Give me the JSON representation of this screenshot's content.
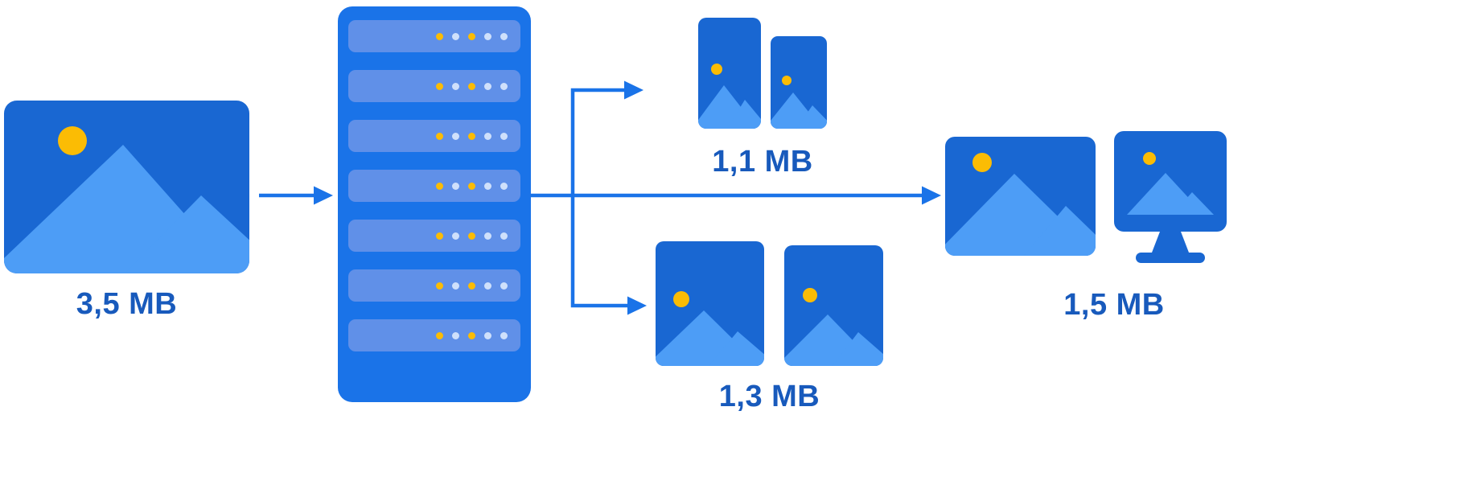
{
  "diagram": {
    "source": {
      "label": "3,5 MB",
      "icon": "image-icon"
    },
    "server": {
      "icon": "server-rack-icon",
      "slat_count": 7,
      "dots_per_slat": 5,
      "dot_pattern": [
        "accent_yellow",
        "dot_light",
        "accent_yellow",
        "dot_light",
        "dot_light"
      ]
    },
    "outputs": {
      "mobile": {
        "label": "1,1 MB",
        "icon": "phone-images-icon"
      },
      "portrait": {
        "label": "1,3 MB",
        "icon": "portrait-images-icon"
      },
      "desktop": {
        "label": "1,5 MB",
        "icon": "desktop-images-icon"
      }
    },
    "colors": {
      "background": "#FFFFFF",
      "image_blue": "#1967D2",
      "mountain_blue": "#4D9DF6",
      "accent_yellow": "#FBBC04",
      "server_blue": "#1A73E8",
      "slat_blue": "#6090E8",
      "dot_light": "#CFE0FB",
      "arrow_blue": "#1A73E8",
      "label_blue": "#185ABC"
    }
  }
}
